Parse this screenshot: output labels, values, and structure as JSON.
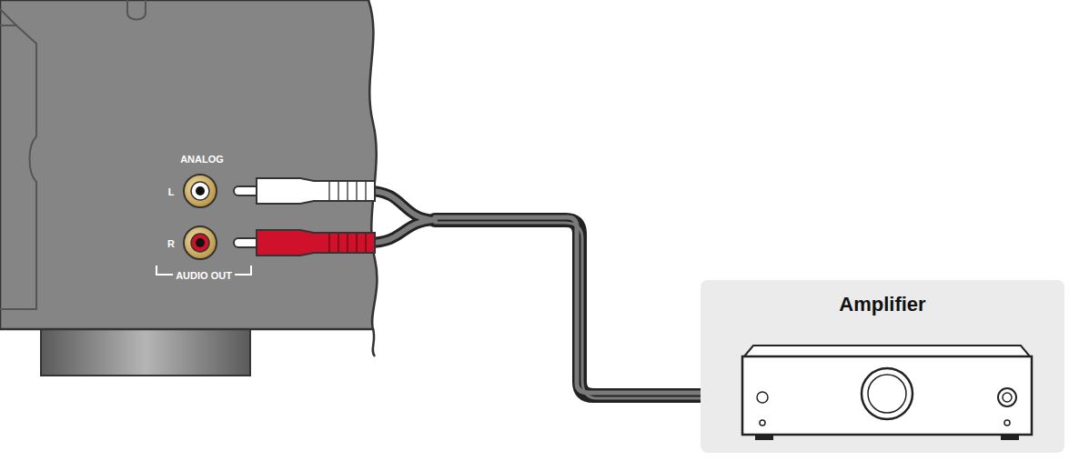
{
  "diagram": {
    "nodes": [
      {
        "text": [
          "Amplifier"
        ]
      }
    ],
    "labels": [
      "ANALOG",
      "L",
      "R",
      "AUDIO OUT"
    ]
  }
}
